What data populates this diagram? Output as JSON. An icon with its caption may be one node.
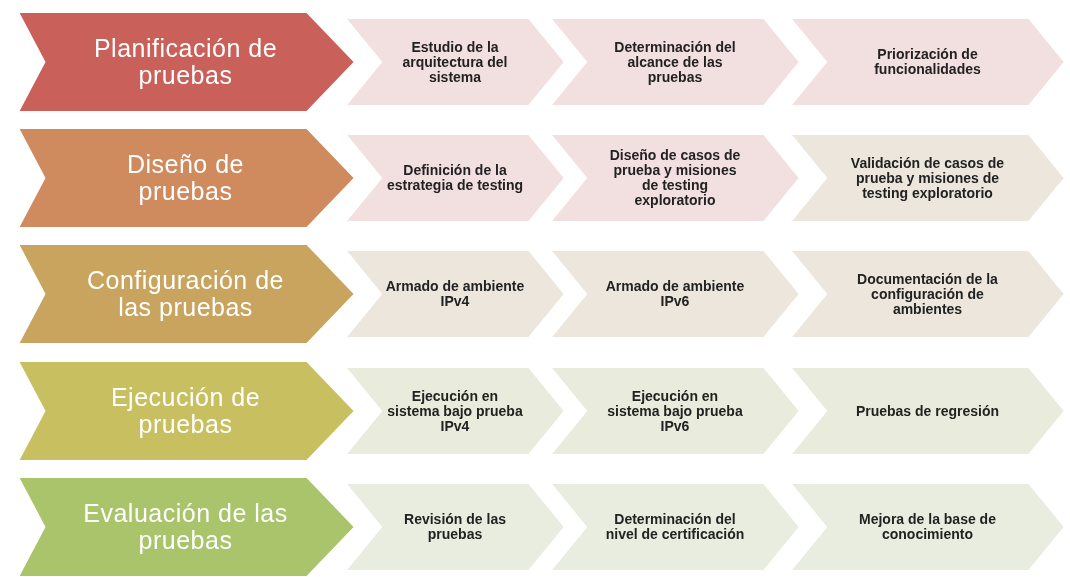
{
  "diagram": {
    "nodes": [
      {
        "text": [
          "Planificación de pruebas"
        ]
      },
      {
        "text": [
          "Estudio de la arquitectura del sistema"
        ]
      },
      {
        "text": [
          "Determinación del alcance de las pruebas"
        ]
      },
      {
        "text": [
          "Priorización de funcionalidades"
        ]
      },
      {
        "text": [
          "Diseño de pruebas"
        ]
      },
      {
        "text": [
          "Definición de la estrategia de testing"
        ]
      },
      {
        "text": [
          "Diseño de casos de prueba y misiones de testing exploratorio"
        ]
      },
      {
        "text": [
          "Validación de casos de prueba y misiones de testing exploratorio"
        ]
      },
      {
        "text": [
          "Configuración de las pruebas"
        ]
      },
      {
        "text": [
          "Armado de ambiente IPv4"
        ]
      },
      {
        "text": [
          "Armado de ambiente IPv6"
        ]
      },
      {
        "text": [
          "Documentación de la configuración de ambientes"
        ]
      },
      {
        "text": [
          "Ejecución de pruebas"
        ]
      },
      {
        "text": [
          "Ejecución en sistema bajo prueba IPv4"
        ]
      },
      {
        "text": [
          "Ejecución en sistema bajo prueba IPv6"
        ]
      },
      {
        "text": [
          "Pruebas de regresión"
        ]
      },
      {
        "text": [
          "Evaluación de las pruebas"
        ]
      },
      {
        "text": [
          "Revisión de las pruebas"
        ]
      },
      {
        "text": [
          "Determinación del nivel de certificación"
        ]
      },
      {
        "text": [
          "Mejora de la base de conocimiento"
        ]
      }
    ]
  }
}
